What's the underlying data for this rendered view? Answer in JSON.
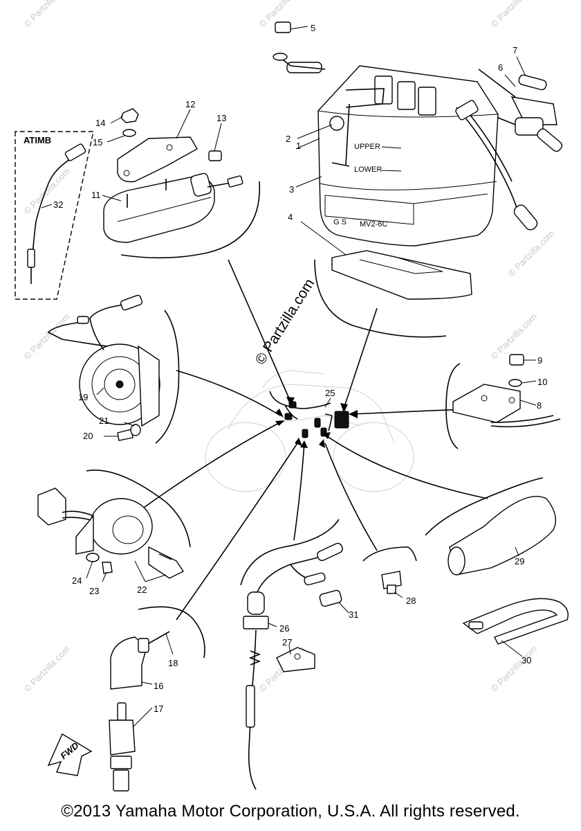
{
  "copyright": "©2013 Yamaha Motor Corporation, U.S.A. All rights reserved.",
  "watermark": {
    "center": "© Partzilla.com",
    "repeat": "© Partzilla.com"
  },
  "box_label": "ATIMB",
  "battery": {
    "upper": "UPPER",
    "lower": "LOWER",
    "model_left": "G S",
    "model_right": "MV2-6C"
  },
  "fwd_label": "FWD",
  "callouts": {
    "c1": "1",
    "c2": "2",
    "c3": "3",
    "c4": "4",
    "c5": "5",
    "c6": "6",
    "c7": "7",
    "c8": "8",
    "c9": "9",
    "c10": "10",
    "c11": "11",
    "c12": "12",
    "c13": "13",
    "c14": "14",
    "c15": "15",
    "c16": "16",
    "c17": "17",
    "c18": "18",
    "c19": "19",
    "c20": "20",
    "c21": "21",
    "c22": "22",
    "c23": "23",
    "c24": "24",
    "c25": "25",
    "c26": "26",
    "c27": "27",
    "c28": "28",
    "c29": "29",
    "c30": "30",
    "c31": "31",
    "c32": "32"
  }
}
